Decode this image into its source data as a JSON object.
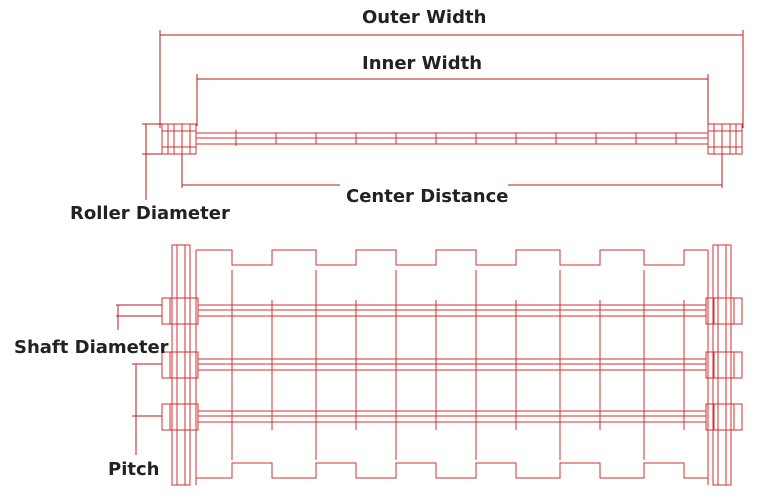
{
  "colors": {
    "drawing": "#d32f2f",
    "dimension": "#b71c1c",
    "label": "#222222"
  },
  "labels": {
    "outer_width": "Outer Width",
    "inner_width": "Inner Width",
    "center_distance": "Center Distance",
    "roller_diameter": "Roller Diameter",
    "shaft_diameter": "Shaft Diameter",
    "pitch": "Pitch"
  }
}
